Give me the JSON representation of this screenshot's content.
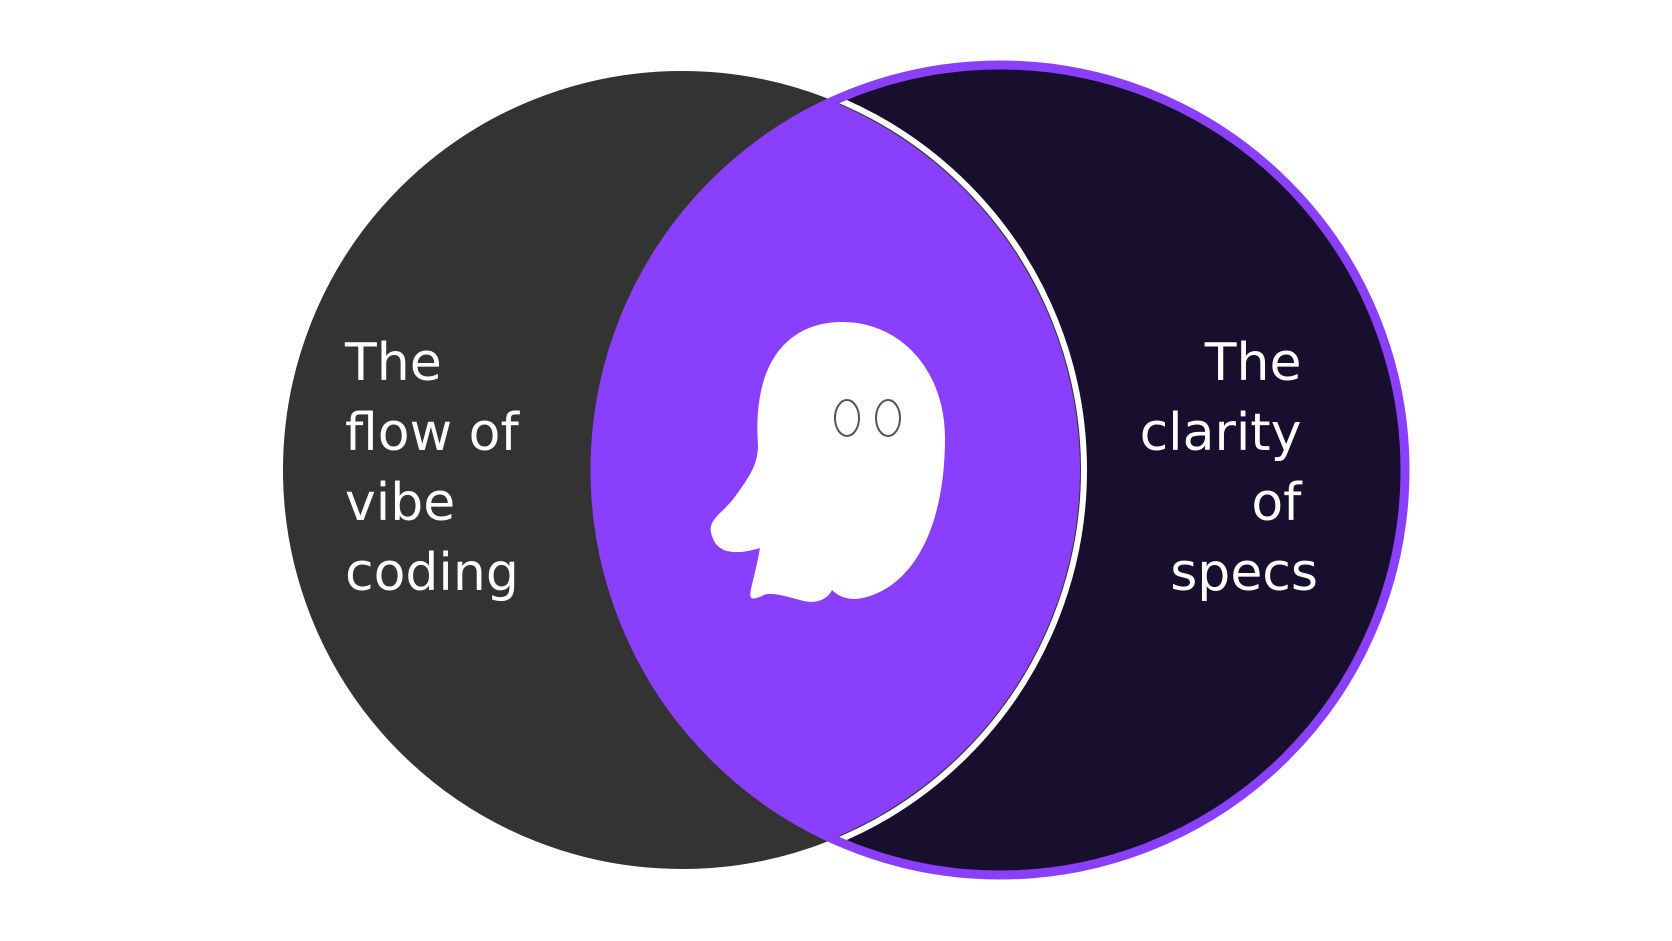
{
  "diagram": {
    "left_circle": {
      "label_lines": [
        "The",
        "flow of",
        "vibe",
        "coding"
      ],
      "fill_color": "#333333",
      "stroke_color": "#ffffff"
    },
    "right_circle": {
      "label_lines": [
        "The",
        "clarity",
        "of",
        "specs"
      ],
      "fill_color": "#180e2e",
      "stroke_color": "#8a3ffc"
    },
    "overlap": {
      "fill_color": "#8a3ffc",
      "icon": "ghost-icon",
      "icon_color": "#ffffff"
    }
  }
}
